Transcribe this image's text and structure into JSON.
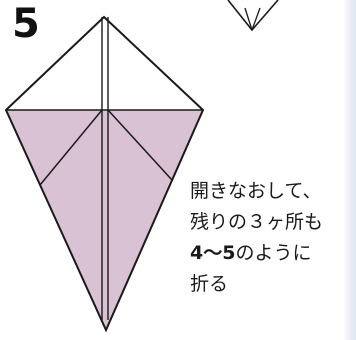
{
  "step": {
    "number": "5"
  },
  "instruction": {
    "line1": "開きなおして、",
    "line2": "残りの３ヶ所も",
    "line3_ref": "4〜5",
    "line3_rest": "のように",
    "line4": "折る"
  },
  "colors": {
    "paper_fill": "#d9c2d4",
    "paper_white": "#ffffff",
    "line": "#1a1a1a",
    "page_edge": "#e3e9f1"
  }
}
